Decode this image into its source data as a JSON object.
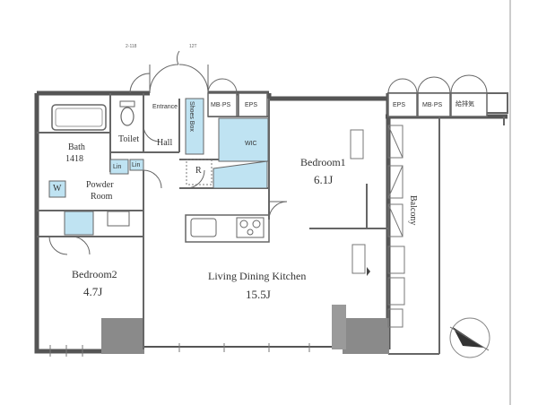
{
  "rooms": {
    "bath": {
      "name": "Bath",
      "size": "1418"
    },
    "toilet": {
      "name": "Toilet"
    },
    "hall": {
      "name": "Hall"
    },
    "entrance": {
      "name": "Entrance"
    },
    "shoes_box": {
      "name": "Shoes Box"
    },
    "powder_room": {
      "name": "Powder",
      "name2": "Room"
    },
    "wic": {
      "name": "WIC"
    },
    "bedroom1": {
      "name": "Bedroom1",
      "size": "6.1J"
    },
    "bedroom2": {
      "name": "Bedroom2",
      "size": "4.7J"
    },
    "ldk": {
      "name": "Living Dining Kitchen",
      "size": "15.5J"
    },
    "balcony": {
      "name": "Balcony"
    }
  },
  "fixtures": {
    "ref": "R",
    "lin1": "Lin",
    "lin2": "Lin",
    "wm": "W",
    "mb_ps_1": "MB·PS",
    "eps_1": "EPS",
    "eps_2": "EPS",
    "mb_ps_2": "MB·PS",
    "supply": "給排気",
    "door_note_1": "2-118",
    "door_note_2": "12T"
  },
  "colors": {
    "wall": "#555555",
    "wall_dark": "#888888",
    "accent_blue": "#bfe3f2",
    "line": "#666666"
  }
}
